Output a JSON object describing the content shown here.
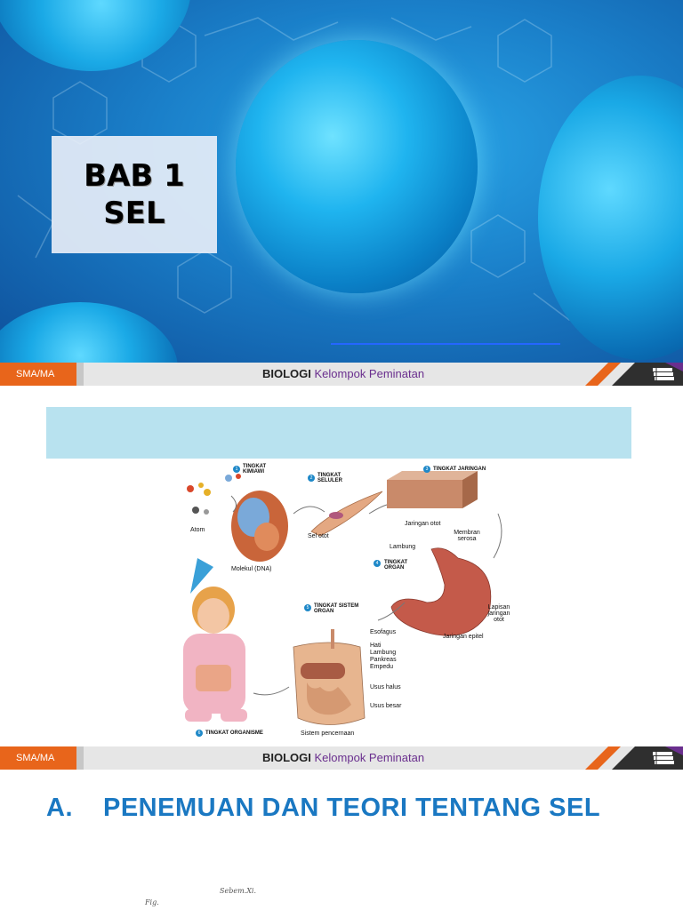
{
  "slide1": {
    "title_line1": "BAB 1",
    "title_line2": "SEL"
  },
  "footer": {
    "left": "SMA/MA",
    "subject": "BIOLOGI",
    "subtitle": "Kelompok Peminatan"
  },
  "diagram": {
    "levels": [
      {
        "num": "1",
        "label": "TINGKAT KIMIAWI"
      },
      {
        "num": "2",
        "label": "TINGKAT SELULER"
      },
      {
        "num": "3",
        "label": "TINGKAT JARINGAN"
      },
      {
        "num": "4",
        "label": "TINGKAT ORGAN"
      },
      {
        "num": "5",
        "label": "TINGKAT SISTEM ORGAN"
      },
      {
        "num": "6",
        "label": "TINGKAT ORGANISME"
      }
    ],
    "labels": {
      "atom": "Atom",
      "molekul": "Molekul (DNA)",
      "sel_otot": "Sel otot",
      "jaringan_otot": "Jaringan otot",
      "lambung": "Lambung",
      "membran": "Membran serosa",
      "lapisan": "Lapisan jaringan otot",
      "jaringan_epitel": "Jaringan epitel",
      "esofagus": "Esofagus",
      "hati": "Hati",
      "lambung2": "Lambung",
      "pankreas": "Pankreas",
      "empedu": "Empedu",
      "usus_halus": "Usus halus",
      "usus_besar": "Usus besar",
      "sistem_pencernaan": "Sistem pencernaan"
    }
  },
  "slide3": {
    "section_num": "A.",
    "section_title": "PENEMUAN DAN TEORI TENTANG SEL",
    "scribble1": "Sebem.Xi.",
    "scribble2": "Fig."
  }
}
